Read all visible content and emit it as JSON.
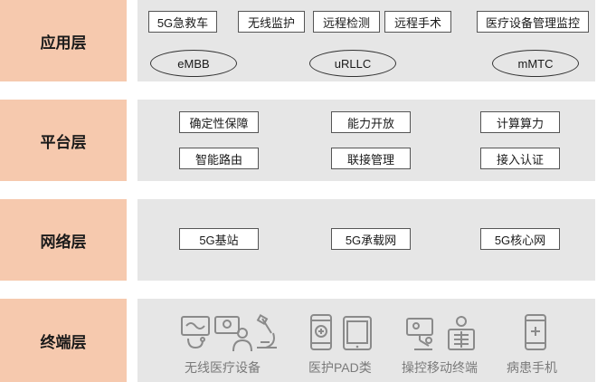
{
  "layers": {
    "application": {
      "title": "应用层",
      "boxes": [
        "5G急救车",
        "无线监护",
        "远程检测",
        "远程手术",
        "医疗设备管理监控"
      ],
      "ovals": [
        "eMBB",
        "uRLLC",
        "mMTC"
      ]
    },
    "platform": {
      "title": "平台层",
      "boxes": [
        "确定性保障",
        "能力开放",
        "计算算力",
        "智能路由",
        "联接管理",
        "接入认证"
      ]
    },
    "network": {
      "title": "网络层",
      "boxes": [
        "5G基站",
        "5G承载网",
        "5G核心网"
      ]
    },
    "terminal": {
      "title": "终端层",
      "devices": [
        {
          "label": "无线医疗设备",
          "icons": [
            "monitor-icon",
            "doctor-icon",
            "microscope-icon"
          ]
        },
        {
          "label": "医护PAD类",
          "icons": [
            "phone-medical-icon",
            "tablet-icon"
          ]
        },
        {
          "label": "操控移动终端",
          "icons": [
            "robot-arm-icon",
            "xray-icon"
          ]
        },
        {
          "label": "病患手机",
          "icons": [
            "patient-phone-icon"
          ]
        }
      ]
    }
  },
  "colors": {
    "label_bg": "#f6c9ae",
    "panel_bg": "#e6e6e6",
    "icon_gray": "#8a8a8a"
  }
}
